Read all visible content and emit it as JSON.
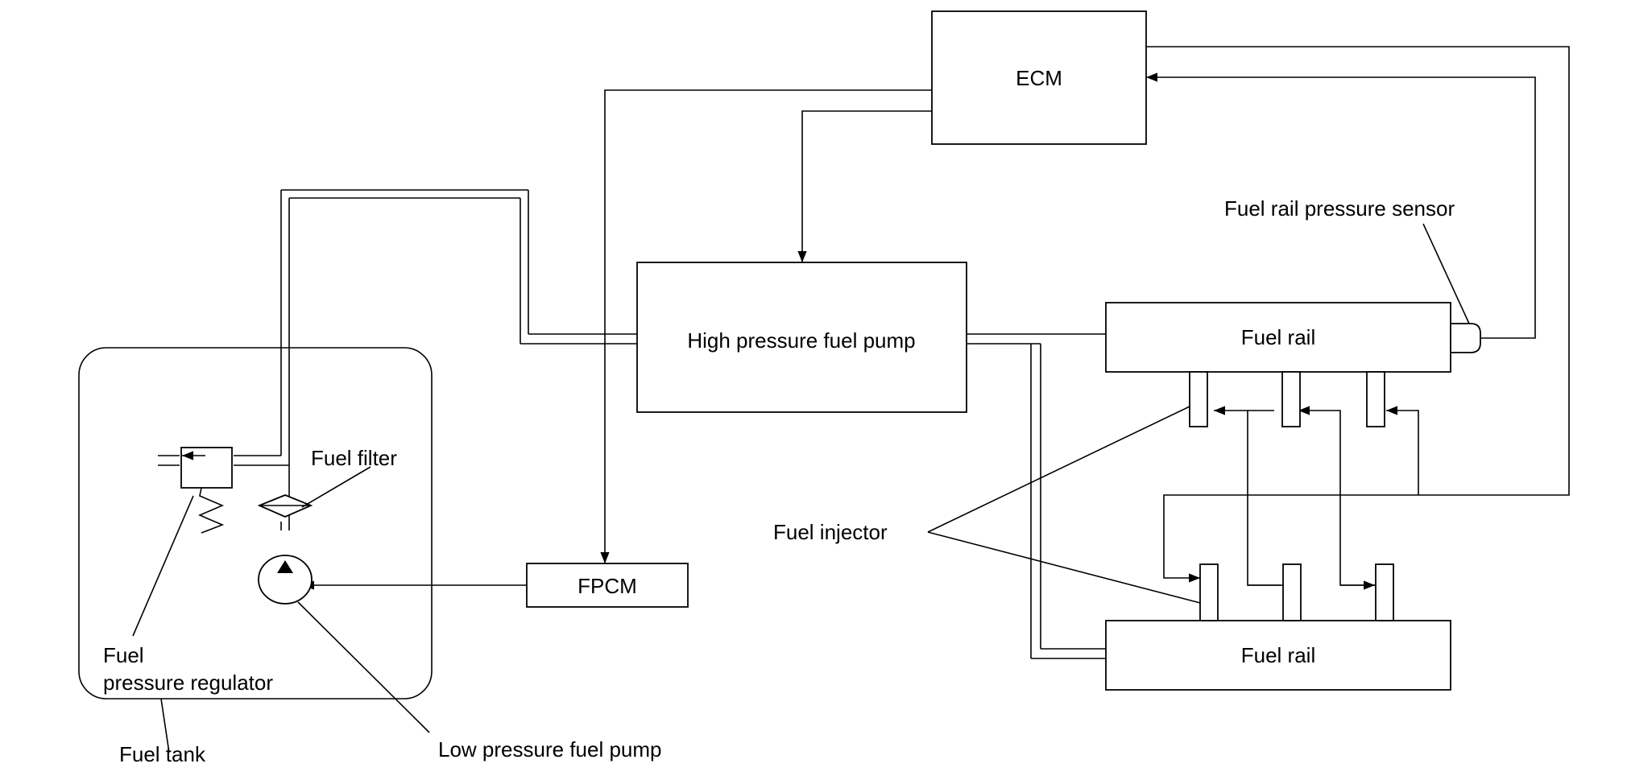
{
  "blocks": {
    "ecm": "ECM",
    "hp_pump": "High pressure fuel pump",
    "fpcm": "FPCM",
    "rail_top": "Fuel rail",
    "rail_bottom": "Fuel rail"
  },
  "labels": {
    "rail_sensor": "Fuel rail pressure sensor",
    "fuel_filter": "Fuel filter",
    "fuel_injector": "Fuel injector",
    "regulator_line1": "Fuel",
    "regulator_line2": "pressure regulator",
    "fuel_tank": "Fuel tank",
    "lp_pump": "Low pressure fuel pump"
  }
}
